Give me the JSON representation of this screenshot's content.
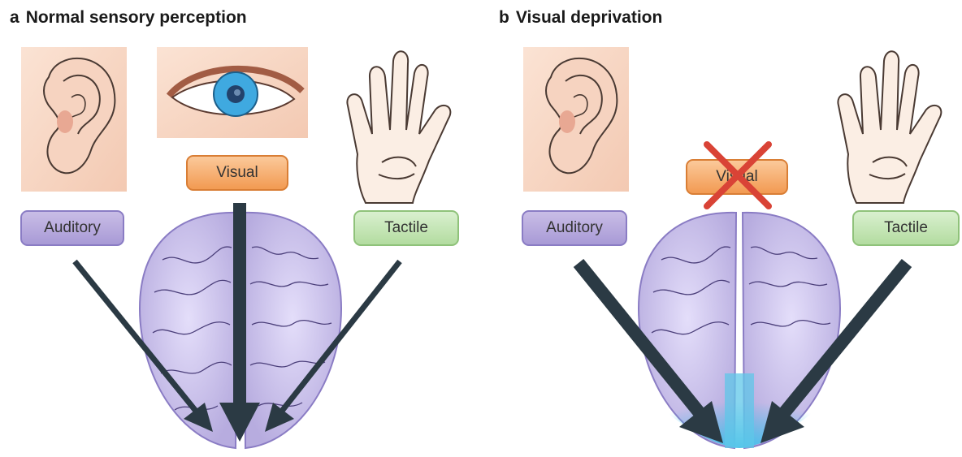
{
  "panels": [
    {
      "letter": "a",
      "title": "Normal sensory perception",
      "labels": {
        "auditory": "Auditory",
        "visual": "Visual",
        "tactile": "Tactile"
      }
    },
    {
      "letter": "b",
      "title": "Visual deprivation",
      "labels": {
        "auditory": "Auditory",
        "visual": "Visual",
        "tactile": "Tactile"
      }
    }
  ],
  "colors": {
    "auditory": "#b3a5dd",
    "visual": "#f5a865",
    "tactile": "#c4e4b5",
    "brain": "#cfc6ec",
    "arrow": "#2b3a44",
    "cross": "#d94336",
    "visual_cortex_highlight": "#5fc7e8"
  }
}
